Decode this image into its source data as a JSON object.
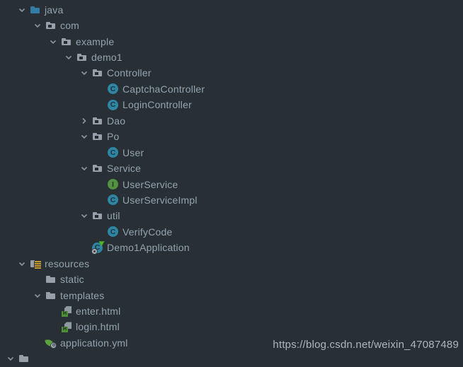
{
  "tree": {
    "rows": [
      {
        "label": "java",
        "type": "source-folder",
        "expanded": true
      },
      {
        "label": "com",
        "type": "package-folder",
        "expanded": true
      },
      {
        "label": "example",
        "type": "package-folder",
        "expanded": true
      },
      {
        "label": "demo1",
        "type": "package-folder",
        "expanded": true
      },
      {
        "label": "Controller",
        "type": "package-folder",
        "expanded": true
      },
      {
        "label": "CaptchaController",
        "type": "java-class"
      },
      {
        "label": "LoginController",
        "type": "java-class"
      },
      {
        "label": "Dao",
        "type": "package-folder",
        "expanded": false
      },
      {
        "label": "Po",
        "type": "package-folder",
        "expanded": true
      },
      {
        "label": "User",
        "type": "java-class"
      },
      {
        "label": "Service",
        "type": "package-folder",
        "expanded": true
      },
      {
        "label": "UserService",
        "type": "java-interface"
      },
      {
        "label": "UserServiceImpl",
        "type": "java-class"
      },
      {
        "label": "util",
        "type": "package-folder",
        "expanded": true
      },
      {
        "label": "VerifyCode",
        "type": "java-class"
      },
      {
        "label": "Demo1Application",
        "type": "spring-boot-main-class"
      },
      {
        "label": "resources",
        "type": "resources-folder",
        "expanded": true
      },
      {
        "label": "static",
        "type": "folder"
      },
      {
        "label": "templates",
        "type": "folder",
        "expanded": true
      },
      {
        "label": "enter.html",
        "type": "html-file"
      },
      {
        "label": "login.html",
        "type": "html-file"
      },
      {
        "label": "application.yml",
        "type": "spring-yml-file"
      }
    ]
  },
  "icons": {
    "class_letter": "C",
    "interface_letter": "I",
    "html_letter": "H"
  },
  "watermark": {
    "text": "https://blog.csdn.net/weixin_47087489"
  },
  "colors": {
    "background": "#283036",
    "label_text": "#94a3ae",
    "source_folder_blue": "#337ca6",
    "folder_gray": "#97a0a8",
    "class_teal": "#2e86a5",
    "interface_green": "#53923e",
    "spring_green": "#5ca33e",
    "resources_stripes_gold": "#c6992e",
    "chevron_gray": "#8d959c",
    "watermark_text": "#aeb6bc"
  }
}
